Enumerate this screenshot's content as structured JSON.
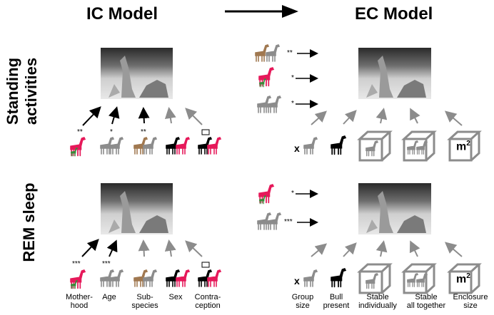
{
  "header": {
    "left_title": "IC Model",
    "right_title": "EC Model"
  },
  "rows": {
    "top_label_line1": "Standing",
    "top_label_line2": "activities",
    "bottom_label": "REM sleep"
  },
  "ic": {
    "top_stars": [
      "**",
      "*",
      "**"
    ],
    "bottom_stars": [
      "***",
      "***"
    ],
    "labels": [
      {
        "l1": "Mother-",
        "l2": "hood"
      },
      {
        "l1": "Age",
        "l2": ""
      },
      {
        "l1": "Sub-",
        "l2": "species"
      },
      {
        "l1": "Sex",
        "l2": ""
      },
      {
        "l1": "Contra-",
        "l2": "ception"
      }
    ]
  },
  "ec": {
    "top_stars": [
      "**",
      "*",
      "*"
    ],
    "bottom_stars": [
      "*",
      "***"
    ],
    "x_symbol": "x",
    "m2_symbol": "m",
    "m2_sup": "2",
    "labels": [
      {
        "l1": "Group",
        "l2": "size"
      },
      {
        "l1": "Bull",
        "l2": "present"
      },
      {
        "l1": "Stable",
        "l2": "individually"
      },
      {
        "l1": "Stable",
        "l2": "all together"
      },
      {
        "l1": "Enclosure",
        "l2": "size"
      }
    ]
  },
  "colors": {
    "pink": "#e6195a",
    "gray": "#8c8c8c",
    "green": "#3a8a3a",
    "brown": "#a07850",
    "black": "#000000"
  }
}
